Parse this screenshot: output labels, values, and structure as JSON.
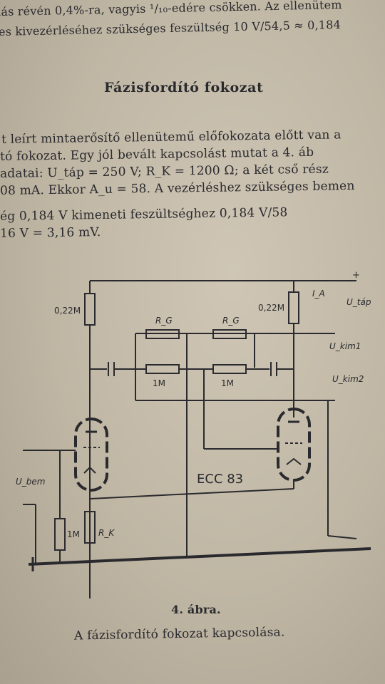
{
  "text": {
    "intro_line_1": "lás révén 0,4%-ra, vagyis ¹/₁₀-edére csökken. Az ellenütem",
    "intro_line_2": "es kivezérléséhez szükséges feszültség 10 V/54,5 ≈ 0,184",
    "section_title": "Fázisfordító fokozat",
    "body_lines": [
      "t leírt mintaerősítő ellenütemű előfokozata előtt van a",
      "tó fokozat. Egy jól bevált kapcsolást mutat a 4. áb",
      "adatai: U_táp = 250 V; R_K = 1200 Ω; a két cső rész",
      "08 mA. Ekkor A_u = 58. A vezérléshez szükséges bemen",
      "ég 0,184 V kimeneti feszültséghez 0,184 V/58",
      "16 V = 3,16 mV."
    ],
    "figure_number": "4. ábra.",
    "figure_caption": "A fázisfordító fokozat kapcsolása."
  },
  "schematic": {
    "anode_resistor_left": "0,22M",
    "anode_resistor_right": "0,22M",
    "feedback_resistor_1": "R_G",
    "feedback_resistor_2": "R_G",
    "grid_resistor_1": "1M",
    "grid_resistor_2": "1M",
    "grid_leak_resistor": "1M",
    "cathode_resistor": "R_K",
    "anode_current": "I_A",
    "supply_voltage": "U_táp",
    "output_1": "U_kim1",
    "output_2": "U_kim2",
    "input": "U_bem",
    "tube_type": "ECC 83",
    "supply_plus": "+"
  },
  "colors": {
    "paper": "#c7bead",
    "ink": "#2a2a2e"
  }
}
